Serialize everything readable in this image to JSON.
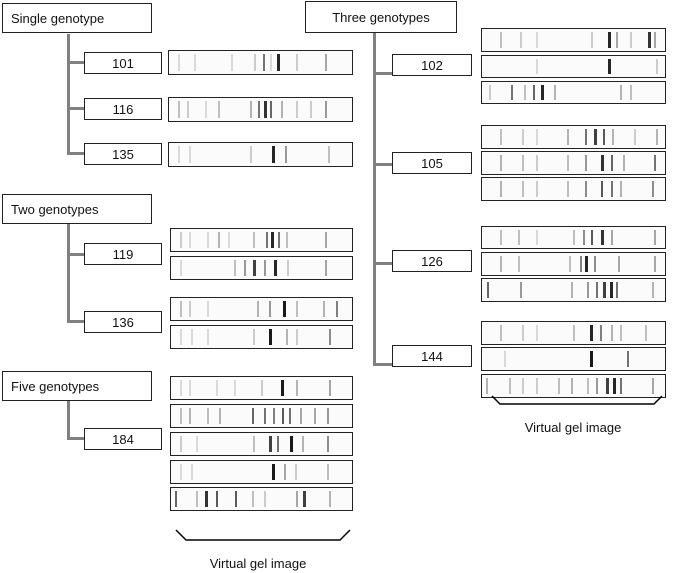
{
  "categories": [
    {
      "id": "single",
      "label": "Single genotype"
    },
    {
      "id": "two",
      "label": "Two genotypes"
    },
    {
      "id": "five",
      "label": "Five genotypes"
    },
    {
      "id": "three",
      "label": "Three genotypes"
    }
  ],
  "samples": [
    {
      "id": "101",
      "label": "101",
      "category": "single"
    },
    {
      "id": "116",
      "label": "116",
      "category": "single"
    },
    {
      "id": "135",
      "label": "135",
      "category": "single"
    },
    {
      "id": "119",
      "label": "119",
      "category": "two"
    },
    {
      "id": "136",
      "label": "136",
      "category": "two"
    },
    {
      "id": "184",
      "label": "184",
      "category": "five"
    },
    {
      "id": "102",
      "label": "102",
      "category": "three"
    },
    {
      "id": "105",
      "label": "105",
      "category": "three"
    },
    {
      "id": "126",
      "label": "126",
      "category": "three"
    },
    {
      "id": "144",
      "label": "144",
      "category": "three"
    }
  ],
  "lanes": [
    {
      "sample": "101",
      "bands": [
        [
          0.05,
          0.15
        ],
        [
          0.14,
          0.15
        ],
        [
          0.34,
          0.15
        ],
        [
          0.47,
          0.2
        ],
        [
          0.52,
          0.55
        ],
        [
          0.56,
          0.15
        ],
        [
          0.6,
          0.85
        ],
        [
          0.7,
          0.2
        ],
        [
          0.86,
          0.35
        ]
      ]
    },
    {
      "sample": "116",
      "bands": [
        [
          0.05,
          0.25
        ],
        [
          0.1,
          0.2
        ],
        [
          0.2,
          0.15
        ],
        [
          0.27,
          0.25
        ],
        [
          0.45,
          0.3
        ],
        [
          0.49,
          0.55
        ],
        [
          0.53,
          0.8
        ],
        [
          0.56,
          0.6
        ],
        [
          0.62,
          0.3
        ],
        [
          0.7,
          0.2
        ],
        [
          0.78,
          0.2
        ],
        [
          0.86,
          0.4
        ]
      ]
    },
    {
      "sample": "135",
      "bands": [
        [
          0.05,
          0.15
        ],
        [
          0.11,
          0.15
        ],
        [
          0.45,
          0.2
        ],
        [
          0.57,
          0.85
        ],
        [
          0.64,
          0.4
        ],
        [
          0.88,
          0.25
        ]
      ]
    },
    {
      "sample": "119a",
      "bands": [
        [
          0.05,
          0.2
        ],
        [
          0.1,
          0.15
        ],
        [
          0.2,
          0.15
        ],
        [
          0.26,
          0.3
        ],
        [
          0.32,
          0.15
        ],
        [
          0.46,
          0.25
        ],
        [
          0.53,
          0.55
        ],
        [
          0.56,
          0.85
        ],
        [
          0.6,
          0.55
        ],
        [
          0.64,
          0.25
        ],
        [
          0.86,
          0.35
        ]
      ]
    },
    {
      "sample": "119b",
      "bands": [
        [
          0.05,
          0.15
        ],
        [
          0.35,
          0.25
        ],
        [
          0.41,
          0.4
        ],
        [
          0.46,
          0.75
        ],
        [
          0.52,
          0.4
        ],
        [
          0.58,
          0.85
        ],
        [
          0.65,
          0.2
        ],
        [
          0.86,
          0.35
        ]
      ]
    },
    {
      "sample": "136a",
      "bands": [
        [
          0.05,
          0.25
        ],
        [
          0.1,
          0.2
        ],
        [
          0.2,
          0.15
        ],
        [
          0.48,
          0.3
        ],
        [
          0.55,
          0.4
        ],
        [
          0.63,
          0.9
        ],
        [
          0.7,
          0.25
        ],
        [
          0.85,
          0.3
        ],
        [
          0.92,
          0.5
        ]
      ]
    },
    {
      "sample": "136b",
      "bands": [
        [
          0.05,
          0.15
        ],
        [
          0.11,
          0.15
        ],
        [
          0.2,
          0.15
        ],
        [
          0.46,
          0.2
        ],
        [
          0.55,
          0.9
        ],
        [
          0.64,
          0.3
        ],
        [
          0.7,
          0.2
        ],
        [
          0.88,
          0.45
        ]
      ]
    },
    {
      "sample": "184a",
      "bands": [
        [
          0.05,
          0.15
        ],
        [
          0.1,
          0.15
        ],
        [
          0.25,
          0.15
        ],
        [
          0.35,
          0.15
        ],
        [
          0.5,
          0.2
        ],
        [
          0.62,
          0.9
        ],
        [
          0.7,
          0.3
        ],
        [
          0.88,
          0.35
        ]
      ]
    },
    {
      "sample": "184b",
      "bands": [
        [
          0.05,
          0.25
        ],
        [
          0.1,
          0.3
        ],
        [
          0.2,
          0.25
        ],
        [
          0.27,
          0.3
        ],
        [
          0.45,
          0.6
        ],
        [
          0.52,
          0.55
        ],
        [
          0.57,
          0.5
        ],
        [
          0.62,
          0.65
        ],
        [
          0.66,
          0.55
        ],
        [
          0.72,
          0.35
        ],
        [
          0.8,
          0.35
        ],
        [
          0.87,
          0.4
        ]
      ]
    },
    {
      "sample": "184c",
      "bands": [
        [
          0.05,
          0.2
        ],
        [
          0.14,
          0.15
        ],
        [
          0.46,
          0.25
        ],
        [
          0.55,
          0.75
        ],
        [
          0.59,
          0.55
        ],
        [
          0.67,
          0.9
        ],
        [
          0.73,
          0.3
        ],
        [
          0.87,
          0.45
        ]
      ]
    },
    {
      "sample": "184d",
      "bands": [
        [
          0.05,
          0.15
        ],
        [
          0.11,
          0.15
        ],
        [
          0.57,
          0.9
        ],
        [
          0.63,
          0.35
        ],
        [
          0.69,
          0.2
        ],
        [
          0.87,
          0.25
        ]
      ]
    },
    {
      "sample": "184e",
      "bands": [
        [
          0.02,
          0.6
        ],
        [
          0.14,
          0.25
        ],
        [
          0.19,
          0.8
        ],
        [
          0.25,
          0.65
        ],
        [
          0.36,
          0.65
        ],
        [
          0.45,
          0.25
        ],
        [
          0.52,
          0.2
        ],
        [
          0.7,
          0.35
        ],
        [
          0.74,
          0.75
        ],
        [
          0.88,
          0.3
        ]
      ]
    },
    {
      "sample": "102a",
      "bands": [
        [
          0.1,
          0.25
        ],
        [
          0.21,
          0.2
        ],
        [
          0.3,
          0.15
        ],
        [
          0.6,
          0.2
        ],
        [
          0.7,
          0.85
        ],
        [
          0.74,
          0.35
        ],
        [
          0.82,
          0.2
        ],
        [
          0.92,
          0.8
        ],
        [
          0.95,
          0.35
        ]
      ]
    },
    {
      "sample": "102b",
      "bands": [
        [
          0.3,
          0.15
        ],
        [
          0.7,
          0.85
        ],
        [
          0.96,
          0.2
        ]
      ]
    },
    {
      "sample": "102c",
      "bands": [
        [
          0.04,
          0.2
        ],
        [
          0.16,
          0.55
        ],
        [
          0.23,
          0.25
        ],
        [
          0.28,
          0.6
        ],
        [
          0.33,
          0.85
        ],
        [
          0.4,
          0.3
        ],
        [
          0.76,
          0.3
        ],
        [
          0.82,
          0.25
        ]
      ]
    },
    {
      "sample": "105a",
      "bands": [
        [
          0.1,
          0.25
        ],
        [
          0.22,
          0.2
        ],
        [
          0.3,
          0.15
        ],
        [
          0.47,
          0.3
        ],
        [
          0.57,
          0.55
        ],
        [
          0.62,
          0.75
        ],
        [
          0.67,
          0.65
        ],
        [
          0.72,
          0.3
        ],
        [
          0.84,
          0.2
        ],
        [
          0.96,
          0.3
        ]
      ]
    },
    {
      "sample": "105b",
      "bands": [
        [
          0.1,
          0.3
        ],
        [
          0.22,
          0.25
        ],
        [
          0.3,
          0.2
        ],
        [
          0.47,
          0.25
        ],
        [
          0.57,
          0.4
        ],
        [
          0.66,
          0.8
        ],
        [
          0.71,
          0.6
        ],
        [
          0.78,
          0.3
        ],
        [
          0.95,
          0.55
        ]
      ]
    },
    {
      "sample": "105c",
      "bands": [
        [
          0.1,
          0.3
        ],
        [
          0.22,
          0.25
        ],
        [
          0.3,
          0.2
        ],
        [
          0.47,
          0.25
        ],
        [
          0.57,
          0.45
        ],
        [
          0.66,
          0.65
        ],
        [
          0.71,
          0.55
        ],
        [
          0.76,
          0.3
        ],
        [
          0.94,
          0.45
        ]
      ]
    },
    {
      "sample": "126a",
      "bands": [
        [
          0.1,
          0.25
        ],
        [
          0.2,
          0.25
        ],
        [
          0.3,
          0.15
        ],
        [
          0.5,
          0.25
        ],
        [
          0.56,
          0.45
        ],
        [
          0.6,
          0.65
        ],
        [
          0.66,
          0.8
        ],
        [
          0.71,
          0.35
        ],
        [
          0.95,
          0.35
        ]
      ]
    },
    {
      "sample": "126b",
      "bands": [
        [
          0.1,
          0.3
        ],
        [
          0.2,
          0.25
        ],
        [
          0.48,
          0.25
        ],
        [
          0.54,
          0.5
        ],
        [
          0.57,
          0.85
        ],
        [
          0.62,
          0.45
        ],
        [
          0.75,
          0.35
        ],
        [
          0.95,
          0.35
        ]
      ]
    },
    {
      "sample": "126c",
      "bands": [
        [
          0.03,
          0.6
        ],
        [
          0.21,
          0.4
        ],
        [
          0.49,
          0.3
        ],
        [
          0.58,
          0.4
        ],
        [
          0.63,
          0.55
        ],
        [
          0.67,
          0.75
        ],
        [
          0.71,
          0.85
        ],
        [
          0.74,
          0.55
        ],
        [
          0.94,
          0.3
        ]
      ]
    },
    {
      "sample": "144a",
      "bands": [
        [
          0.1,
          0.25
        ],
        [
          0.22,
          0.2
        ],
        [
          0.3,
          0.15
        ],
        [
          0.5,
          0.25
        ],
        [
          0.6,
          0.85
        ],
        [
          0.65,
          0.5
        ],
        [
          0.71,
          0.3
        ],
        [
          0.76,
          0.25
        ],
        [
          0.9,
          0.25
        ]
      ]
    },
    {
      "sample": "144b",
      "bands": [
        [
          0.12,
          0.15
        ],
        [
          0.6,
          0.9
        ],
        [
          0.8,
          0.55
        ]
      ]
    },
    {
      "sample": "144c",
      "bands": [
        [
          0.02,
          0.3
        ],
        [
          0.15,
          0.25
        ],
        [
          0.22,
          0.2
        ],
        [
          0.3,
          0.2
        ],
        [
          0.42,
          0.25
        ],
        [
          0.49,
          0.3
        ],
        [
          0.58,
          0.25
        ],
        [
          0.63,
          0.4
        ],
        [
          0.69,
          0.75
        ],
        [
          0.73,
          0.85
        ],
        [
          0.76,
          0.55
        ],
        [
          0.94,
          0.35
        ]
      ]
    }
  ],
  "captions": {
    "left": "Virtual gel image",
    "right": "Virtual gel image"
  },
  "colors": {
    "connector": "#808080",
    "border": "#222222",
    "band": "#000000"
  }
}
